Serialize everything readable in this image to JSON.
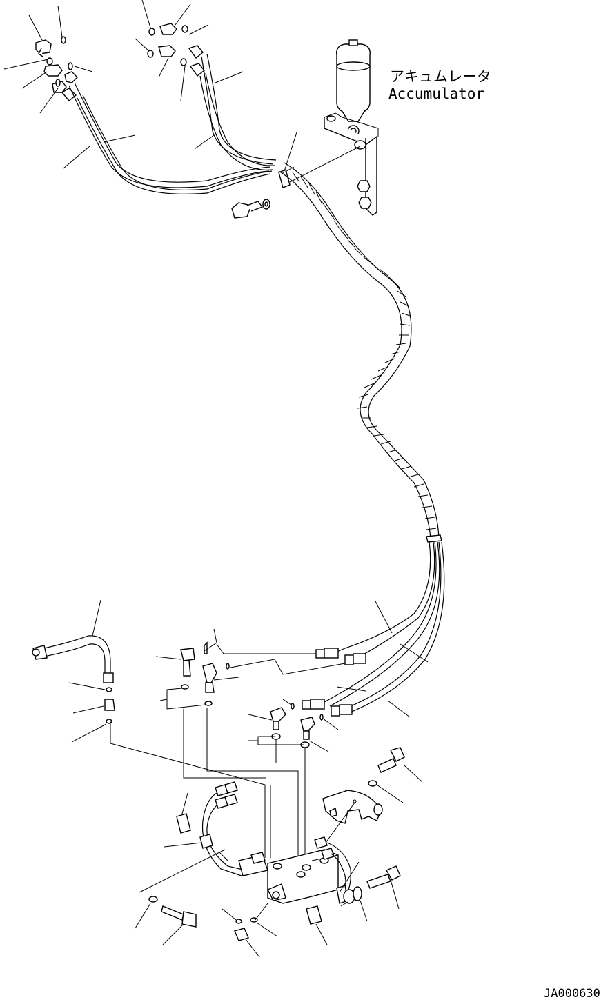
{
  "labels": {
    "accumulator_jp": "アキュムレータ",
    "accumulator_en": "Accumulator",
    "drawing_code": "JA000630"
  },
  "colors": {
    "line": "#000000",
    "background": "#ffffff"
  },
  "icons": {
    "accumulator": "accumulator-icon",
    "pilot_valve": "valve-block-icon",
    "bracket": "bracket-icon"
  }
}
